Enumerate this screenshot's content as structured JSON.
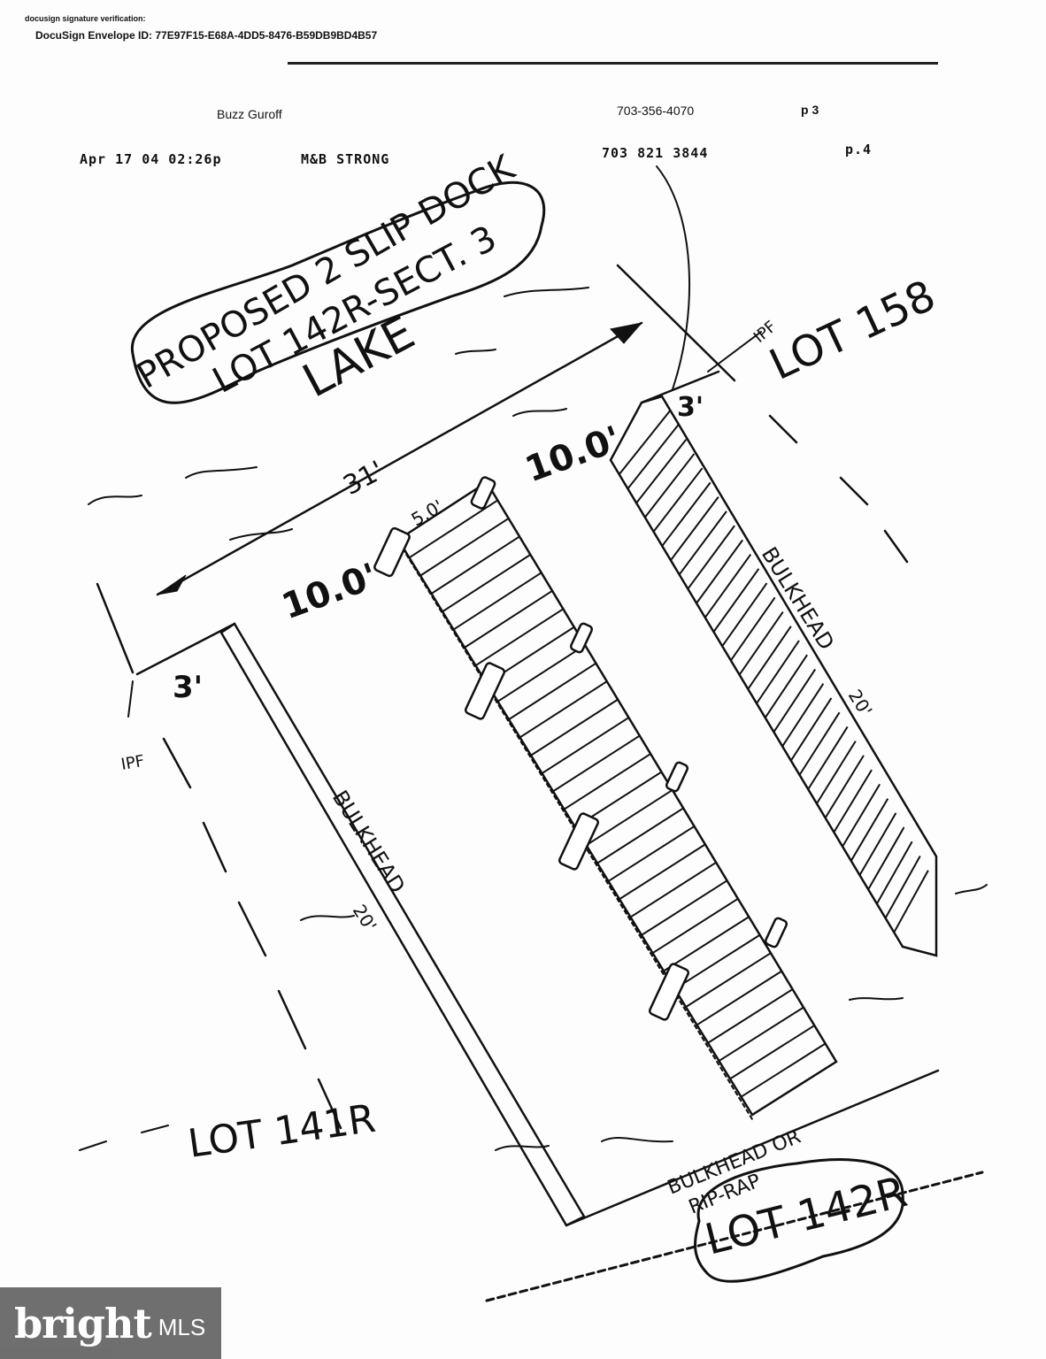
{
  "header": {
    "signature_verification": "docusign signature verification:",
    "envelope_id": "DocuSign Envelope ID: 77E97F15-E68A-4DD5-8476-B59DB9BD4B57",
    "sender_name": "Buzz Guroff",
    "sender_phone": "703-356-4070",
    "sender_page": "p 3",
    "fax_date": "Apr 17 04 02:26p",
    "fax_from": "M&B STRONG",
    "fax_phone": "703 821 3844",
    "fax_page": "p.4"
  },
  "sketch": {
    "title_line1": "PROPOSED 2 SLIP DOCK",
    "title_line2": "LOT 142R-SECT. 3",
    "lake_label": "LAKE",
    "lot_158": "LOT 158",
    "lot_141r": "LOT 141R",
    "lot_142r": "LOT 142R",
    "ipf_top": "IPF",
    "ipf_bottom": "IPF",
    "setback_top": "3'",
    "setback_bottom": "3'",
    "dim_31": "31'",
    "dim_10_top": "10.0'",
    "dim_10_left": "10.0'",
    "dim_5": "5.0'",
    "bulkhead_left": "BULKHEAD",
    "bulkhead_left_len": "20'",
    "bulkhead_right": "BULKHEAD",
    "bulkhead_right_len": "20'",
    "bulkhead_or": "BULKHEAD OR",
    "rip_rap": "RIP-RAP"
  },
  "watermark": {
    "brand": "bright",
    "suffix": "MLS"
  }
}
